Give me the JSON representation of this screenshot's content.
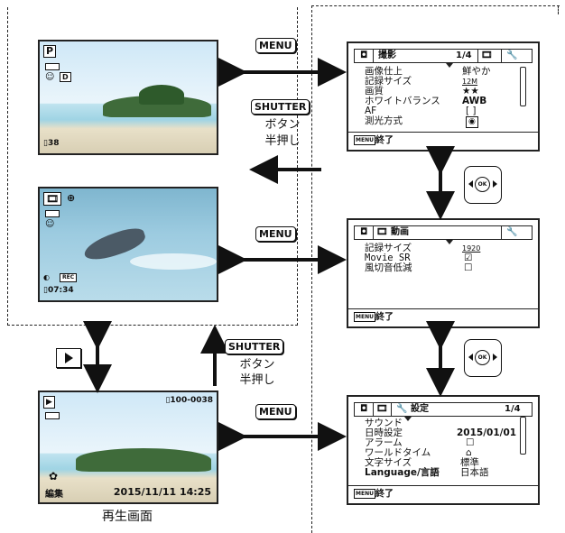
{
  "buttons": {
    "menu1": "MENU",
    "menu2": "MENU",
    "menu3": "MENU",
    "shutter1": "SHUTTER",
    "shutter1_sub1": "ボタン",
    "shutter1_sub2": "半押し",
    "shutter2": "SHUTTER",
    "shutter2_sub1": "ボタン",
    "shutter2_sub2": "半押し",
    "ok1": "OK",
    "ok2": "OK"
  },
  "capture_photo": {
    "mode": "P",
    "extra": "D",
    "count": "38"
  },
  "capture_movie": {
    "rec": "REC",
    "time": "07:34"
  },
  "playback": {
    "file": "100-0038",
    "edit_label": "編集",
    "datetime": "2015/11/11 14:25",
    "caption": "再生画面"
  },
  "menu_shooting": {
    "tab": "撮影",
    "page": "1/4",
    "rows": [
      {
        "label": "画像仕上",
        "value": "鮮やか"
      },
      {
        "label": "記録サイズ",
        "value": "12M"
      },
      {
        "label": "画質",
        "value": "★★"
      },
      {
        "label": "ホワイトバランス",
        "value": "AWB"
      },
      {
        "label": "AF",
        "value": ""
      },
      {
        "label": "測光方式",
        "value": ""
      }
    ],
    "footer": "終了",
    "footer_key": "MENU"
  },
  "menu_movie": {
    "tab": "動画",
    "rows": [
      {
        "label": "記録サイズ",
        "value": "1920"
      },
      {
        "label": "Movie SR",
        "value": "☑"
      },
      {
        "label": "風切音低減",
        "value": "☐"
      }
    ],
    "footer": "終了",
    "footer_key": "MENU"
  },
  "menu_settings": {
    "tab": "設定",
    "page": "1/4",
    "rows": [
      {
        "label": "サウンド",
        "value": ""
      },
      {
        "label": "日時設定",
        "value": "2015/01/01"
      },
      {
        "label": "アラーム",
        "value": "☐"
      },
      {
        "label": "ワールドタイム",
        "value": "⌂"
      },
      {
        "label": "文字サイズ",
        "value": "標準"
      },
      {
        "label": "Language/言語",
        "value": "日本語"
      }
    ],
    "footer": "終了",
    "footer_key": "MENU"
  }
}
